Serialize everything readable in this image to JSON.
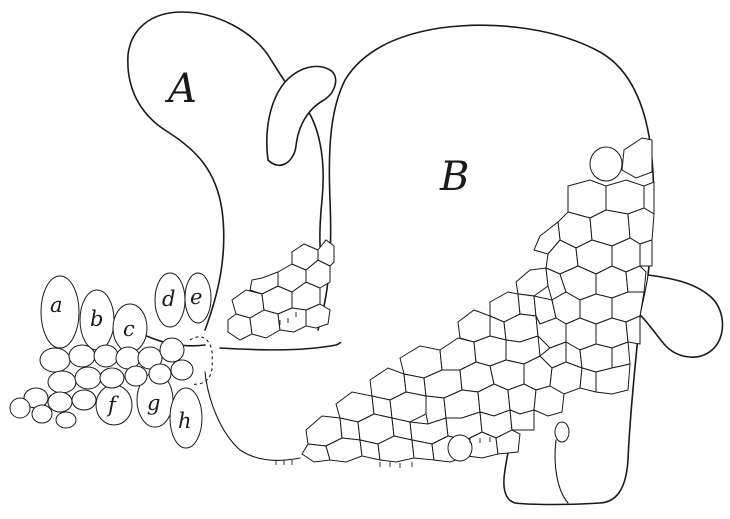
{
  "labels": {
    "A": "A",
    "B": "B",
    "a": "a",
    "b": "b",
    "c": "c",
    "d": "d",
    "e": "e",
    "f": "f",
    "g": "g",
    "h": "h"
  },
  "colors": {
    "ink": "#1a1a1a",
    "paper": "#ffffff"
  }
}
